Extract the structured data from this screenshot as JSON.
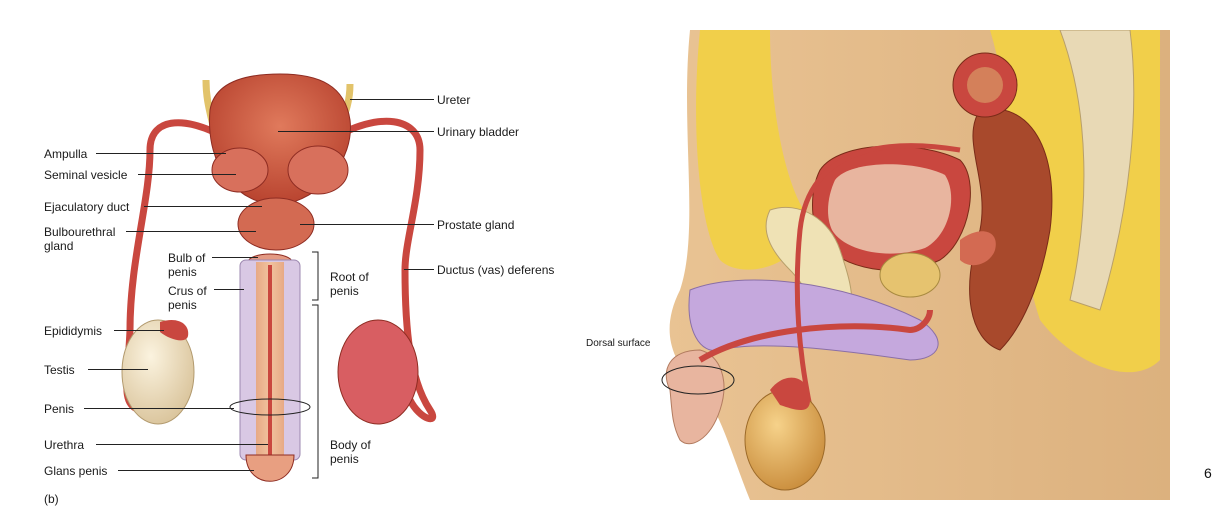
{
  "left_figure": {
    "labels": {
      "ureter": "Ureter",
      "urinary_bladder": "Urinary bladder",
      "ampulla": "Ampulla",
      "seminal_vesicle": "Seminal vesicle",
      "ejaculatory_duct": "Ejaculatory duct",
      "prostate_gland": "Prostate gland",
      "bulbourethral_gland": "Bulbourethral gland",
      "bulb_of_penis": "Bulb of penis",
      "crus_of_penis": "Crus of penis",
      "root_of_penis": "Root of penis",
      "ductus_deferens": "Ductus (vas) deferens",
      "epididymis": "Epididymis",
      "testis": "Testis",
      "penis": "Penis",
      "urethra": "Urethra",
      "glans_penis": "Glans penis",
      "body_of_penis": "Body of penis",
      "panel_letter": "(b)"
    }
  },
  "right_figure": {
    "labels": {
      "dorsal_surface": "Dorsal surface"
    }
  },
  "page_number": "6",
  "colors": {
    "tissue_red": "#c9473f",
    "tissue_dark": "#9e2d2a",
    "skin": "#e8bf90",
    "fat_yellow": "#f1cf4a",
    "purple": "#b79ad1",
    "testis_beige": "#efe0bf"
  }
}
